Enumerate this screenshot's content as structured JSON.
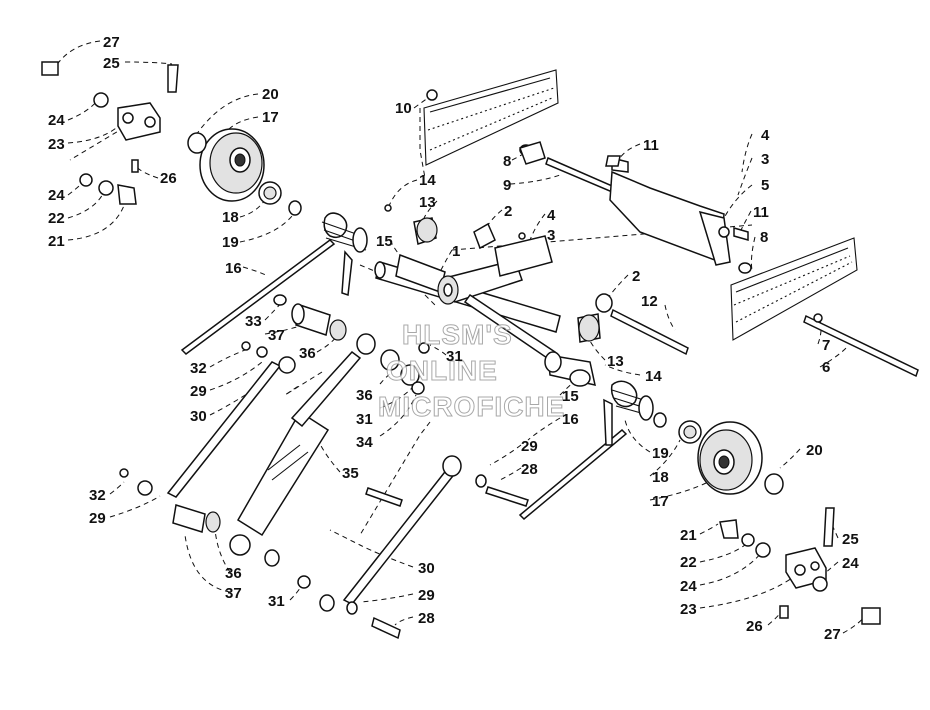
{
  "watermark": [
    "HLSM'S",
    "ONLINE",
    "MICROFICHE"
  ],
  "callouts": [
    {
      "id": "c27a",
      "text": "27"
    },
    {
      "id": "c25a",
      "text": "25"
    },
    {
      "id": "c24a",
      "text": "24"
    },
    {
      "id": "c23a",
      "text": "23"
    },
    {
      "id": "c24b",
      "text": "24"
    },
    {
      "id": "c22a",
      "text": "22"
    },
    {
      "id": "c21a",
      "text": "21"
    },
    {
      "id": "c26a",
      "text": "26"
    },
    {
      "id": "c20a",
      "text": "20"
    },
    {
      "id": "c17a",
      "text": "17"
    },
    {
      "id": "c18a",
      "text": "18"
    },
    {
      "id": "c19a",
      "text": "19"
    },
    {
      "id": "c16a",
      "text": "16"
    },
    {
      "id": "c10",
      "text": "10"
    },
    {
      "id": "c14a",
      "text": "14"
    },
    {
      "id": "c13a",
      "text": "13"
    },
    {
      "id": "c2a",
      "text": "2"
    },
    {
      "id": "c4a",
      "text": "4"
    },
    {
      "id": "c3a",
      "text": "3"
    },
    {
      "id": "c15a",
      "text": "15"
    },
    {
      "id": "c1",
      "text": "1"
    },
    {
      "id": "c8a",
      "text": "8"
    },
    {
      "id": "c9",
      "text": "9"
    },
    {
      "id": "c11a",
      "text": "11"
    },
    {
      "id": "c4b",
      "text": "4"
    },
    {
      "id": "c3b",
      "text": "3"
    },
    {
      "id": "c5",
      "text": "5"
    },
    {
      "id": "c11b",
      "text": "11"
    },
    {
      "id": "c8b",
      "text": "8"
    },
    {
      "id": "c2b",
      "text": "2"
    },
    {
      "id": "c12",
      "text": "12"
    },
    {
      "id": "c7",
      "text": "7"
    },
    {
      "id": "c6",
      "text": "6"
    },
    {
      "id": "c33",
      "text": "33"
    },
    {
      "id": "c37a",
      "text": "37"
    },
    {
      "id": "c36a",
      "text": "36"
    },
    {
      "id": "c32a",
      "text": "32"
    },
    {
      "id": "c29a",
      "text": "29"
    },
    {
      "id": "c30a",
      "text": "30"
    },
    {
      "id": "c31a",
      "text": "31"
    },
    {
      "id": "c13b",
      "text": "13"
    },
    {
      "id": "c14b",
      "text": "14"
    },
    {
      "id": "c36b",
      "text": "36"
    },
    {
      "id": "c31b",
      "text": "31"
    },
    {
      "id": "c34",
      "text": "34"
    },
    {
      "id": "c35",
      "text": "35"
    },
    {
      "id": "c15b",
      "text": "15"
    },
    {
      "id": "c16b",
      "text": "16"
    },
    {
      "id": "c19b",
      "text": "19"
    },
    {
      "id": "c18b",
      "text": "18"
    },
    {
      "id": "c17b",
      "text": "17"
    },
    {
      "id": "c20b",
      "text": "20"
    },
    {
      "id": "c29b",
      "text": "29"
    },
    {
      "id": "c28a",
      "text": "28"
    },
    {
      "id": "c32b",
      "text": "32"
    },
    {
      "id": "c29c",
      "text": "29"
    },
    {
      "id": "c36c",
      "text": "36"
    },
    {
      "id": "c37b",
      "text": "37"
    },
    {
      "id": "c31c",
      "text": "31"
    },
    {
      "id": "c30b",
      "text": "30"
    },
    {
      "id": "c29d",
      "text": "29"
    },
    {
      "id": "c28b",
      "text": "28"
    },
    {
      "id": "c21b",
      "text": "21"
    },
    {
      "id": "c22b",
      "text": "22"
    },
    {
      "id": "c24c",
      "text": "24"
    },
    {
      "id": "c23b",
      "text": "23"
    },
    {
      "id": "c25b",
      "text": "25"
    },
    {
      "id": "c24d",
      "text": "24"
    },
    {
      "id": "c26b",
      "text": "26"
    },
    {
      "id": "c27b",
      "text": "27"
    }
  ]
}
